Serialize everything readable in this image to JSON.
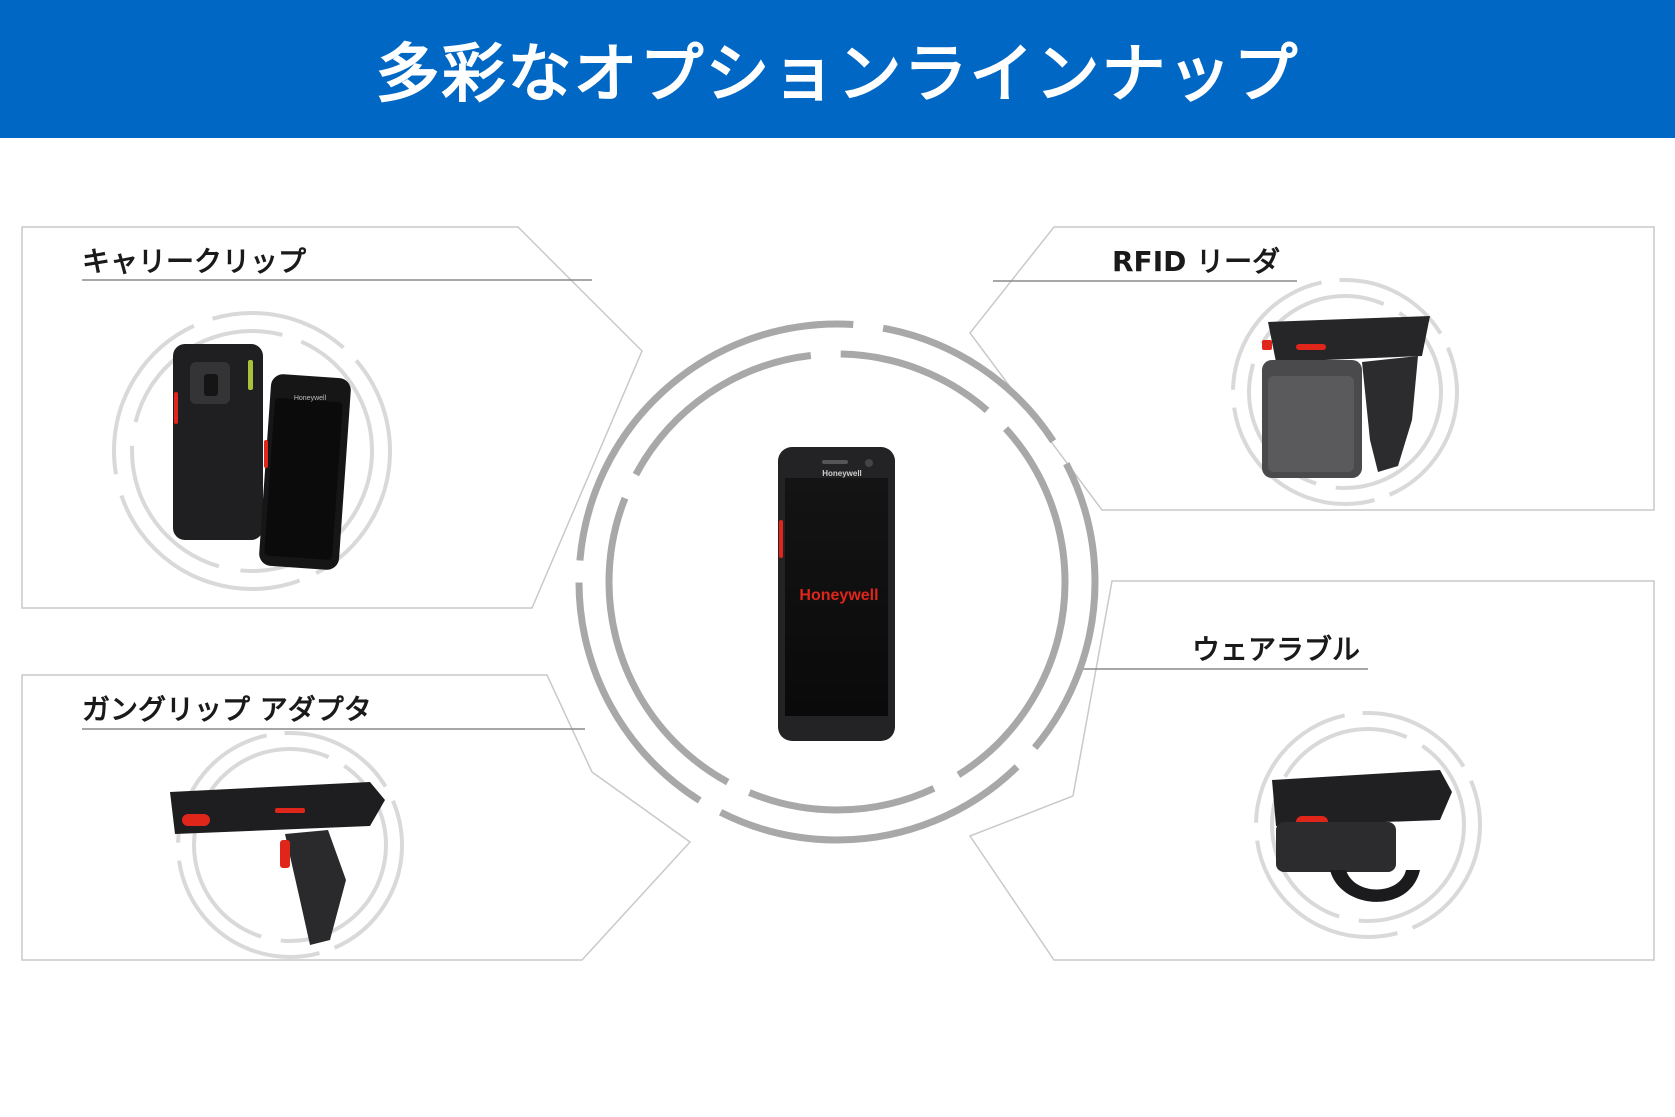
{
  "header": {
    "title": "多彩なオプションラインナップ"
  },
  "center": {
    "device_brand": "Honeywell",
    "device_top_brand": "Honeywell"
  },
  "options": [
    {
      "label": "キャリークリップ",
      "brand": "Honeywell"
    },
    {
      "label": "RFID リーダ"
    },
    {
      "label": "ガングリップ アダプタ"
    },
    {
      "label": "ウェアラブル"
    }
  ],
  "colors": {
    "banner": "#0068c4",
    "ring": "#a8a8a8",
    "accent": "#e0251b",
    "device": "#1c1c1e"
  }
}
